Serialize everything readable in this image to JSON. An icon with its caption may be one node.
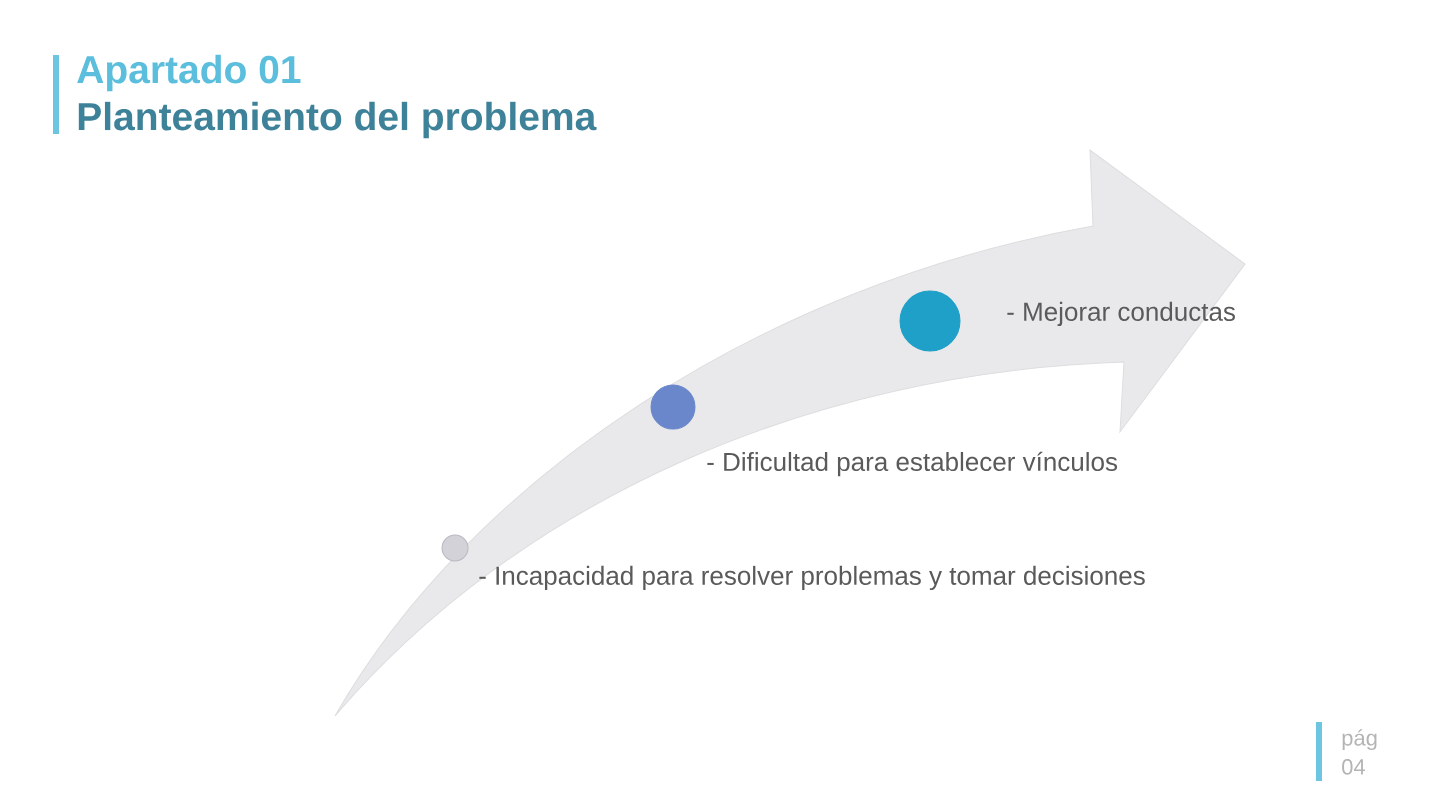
{
  "diagram": {
    "title": "Planteamiento del problema",
    "nodes": [
      {
        "text": [],
        "shape": "circle",
        "beside": [
          "- Mejorar conductas"
        ]
      },
      {
        "text": [],
        "shape": "circle",
        "beside": [
          "- Dificultad para establecer vínculos"
        ]
      },
      {
        "text": [],
        "shape": "circle",
        "beside": [
          "- Incapacidad para resolver problemas y tomar decisiones"
        ]
      }
    ],
    "labels": [
      "Apartado 01",
      "pág 04"
    ]
  }
}
